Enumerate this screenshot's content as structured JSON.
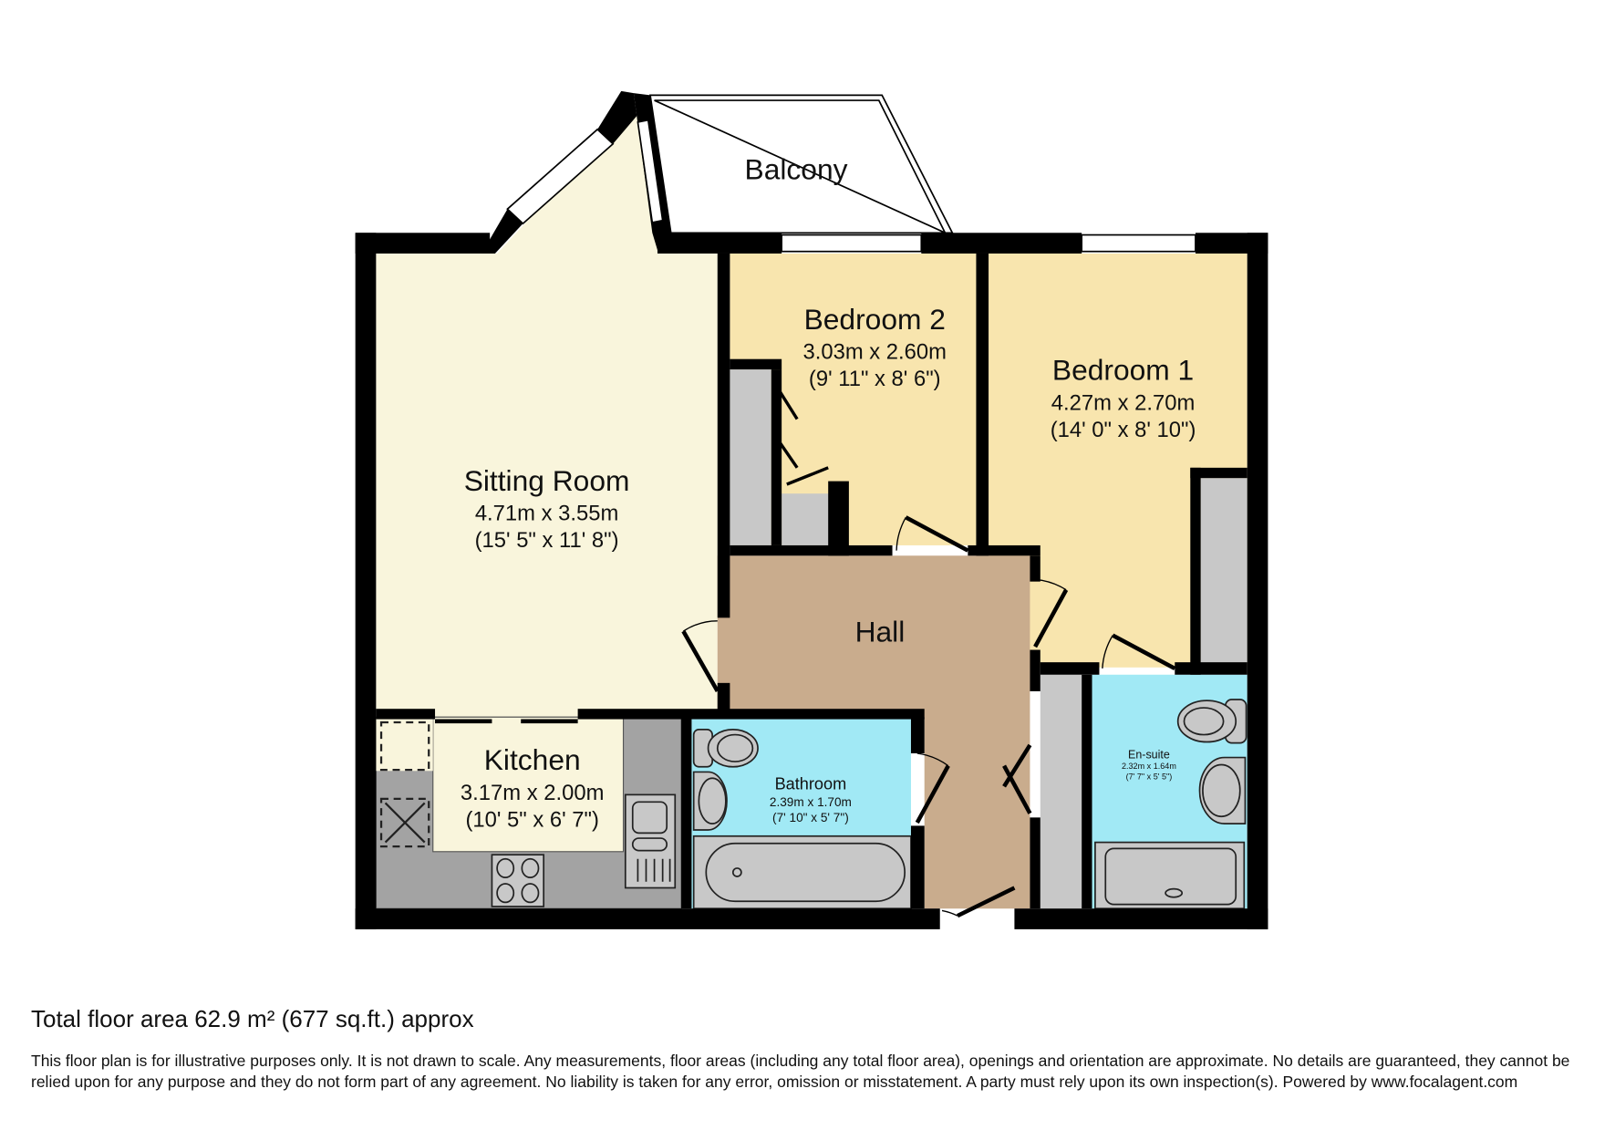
{
  "rooms": {
    "balcony": {
      "name": "Balcony"
    },
    "sitting_room": {
      "name": "Sitting Room",
      "metric": "4.71m x 3.55m",
      "imperial": "(15' 5\" x 11' 8\")"
    },
    "bedroom2": {
      "name": "Bedroom 2",
      "metric": "3.03m x 2.60m",
      "imperial": "(9' 11\" x 8' 6\")"
    },
    "bedroom1": {
      "name": "Bedroom 1",
      "metric": "4.27m x 2.70m",
      "imperial": "(14' 0\" x 8' 10\")"
    },
    "hall": {
      "name": "Hall"
    },
    "kitchen": {
      "name": "Kitchen",
      "metric": "3.17m x 2.00m",
      "imperial": "(10' 5\" x 6' 7\")"
    },
    "bathroom": {
      "name": "Bathroom",
      "metric": "2.39m x 1.70m",
      "imperial": "(7' 10\" x 5' 7\")"
    },
    "ensuite": {
      "name": "En-suite",
      "metric": "2.32m x 1.64m",
      "imperial": "(7' 7\" x 5' 5\")"
    }
  },
  "colors": {
    "sitting": "#f9f5dc",
    "bedroom": "#f8e5ae",
    "hall": "#c9ac8d",
    "bath": "#a1e9f5",
    "fixture": "#c8c8c8",
    "counter": "#a3a3a3",
    "wall": "#000000"
  },
  "footer": {
    "total_area": "Total floor area 62.9 m² (677 sq.ft.) approx",
    "disclaimer": "This floor plan is for illustrative purposes only. It is not drawn to scale. Any measurements, floor areas (including any total floor area), openings and orientation are approximate. No details are guaranteed, they cannot be relied upon for any purpose and they do not form part of any agreement. No liability is taken for any error, omission or misstatement. A party must rely upon its own inspection(s). Powered by www.focalagent.com"
  }
}
